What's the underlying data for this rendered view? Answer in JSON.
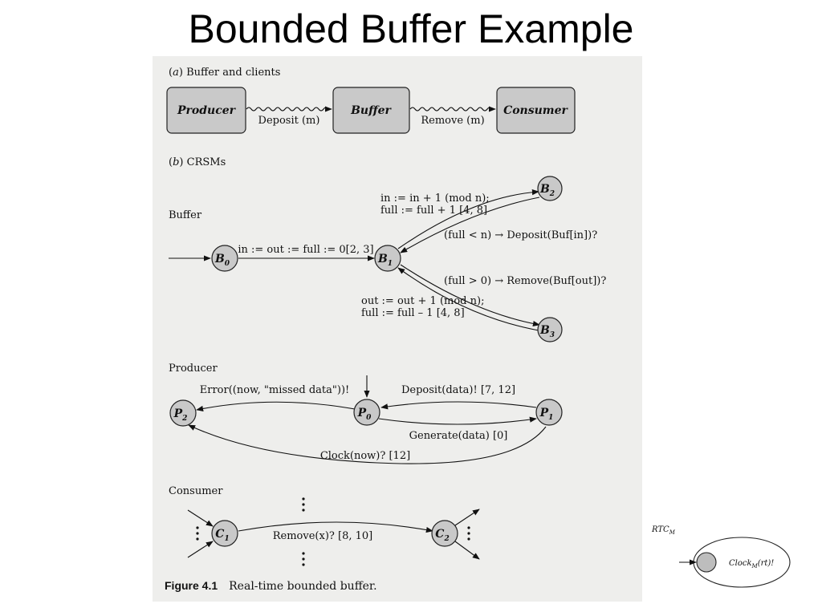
{
  "slide": {
    "title": "Bounded Buffer Example"
  },
  "part_a": {
    "heading_letter": "a",
    "heading_text": "Buffer and clients",
    "boxes": [
      "Producer",
      "Buffer",
      "Consumer"
    ],
    "links": [
      "Deposit (m)",
      "Remove (m)"
    ]
  },
  "part_b": {
    "heading_letter": "b",
    "heading_text": "CRSMs"
  },
  "buffer_fsm": {
    "label": "Buffer",
    "nodes": [
      {
        "id": "B",
        "sub": "0"
      },
      {
        "id": "B",
        "sub": "1"
      },
      {
        "id": "B",
        "sub": "2"
      },
      {
        "id": "B",
        "sub": "3"
      }
    ],
    "init_edge": "in := out := full := 0[2, 3]",
    "edge_b1_b2_l1": "in := in + 1 (mod n);",
    "edge_b1_b2_l2": "full := full + 1 [4, 8]",
    "edge_b2_b1": "(full < n) → Deposit(Buf[in])?",
    "edge_b1_b3": "(full > 0) → Remove(Buf[out])?",
    "edge_b3_b1_l1": "out := out + 1 (mod n);",
    "edge_b3_b1_l2": "full := full – 1 [4, 8]"
  },
  "producer_fsm": {
    "label": "Producer",
    "nodes": [
      {
        "id": "P",
        "sub": "2"
      },
      {
        "id": "P",
        "sub": "0"
      },
      {
        "id": "P",
        "sub": "1"
      }
    ],
    "edge_error": "Error((now, \"missed data\"))!",
    "edge_deposit": "Deposit(data)! [7, 12]",
    "edge_generate": "Generate(data) [0]",
    "edge_clock": "Clock(now)? [12]"
  },
  "consumer_fsm": {
    "label": "Consumer",
    "nodes": [
      {
        "id": "C",
        "sub": "1"
      },
      {
        "id": "C",
        "sub": "2"
      }
    ],
    "edge_remove": "Remove(x)? [8, 10]"
  },
  "caption": {
    "number": "Figure 4.1",
    "text": "Real-time bounded buffer."
  },
  "rtc": {
    "label": "RTC",
    "label_sub": "M",
    "clock_prefix": "Clock",
    "clock_sub": "M",
    "clock_suffix": "(rt)!"
  }
}
